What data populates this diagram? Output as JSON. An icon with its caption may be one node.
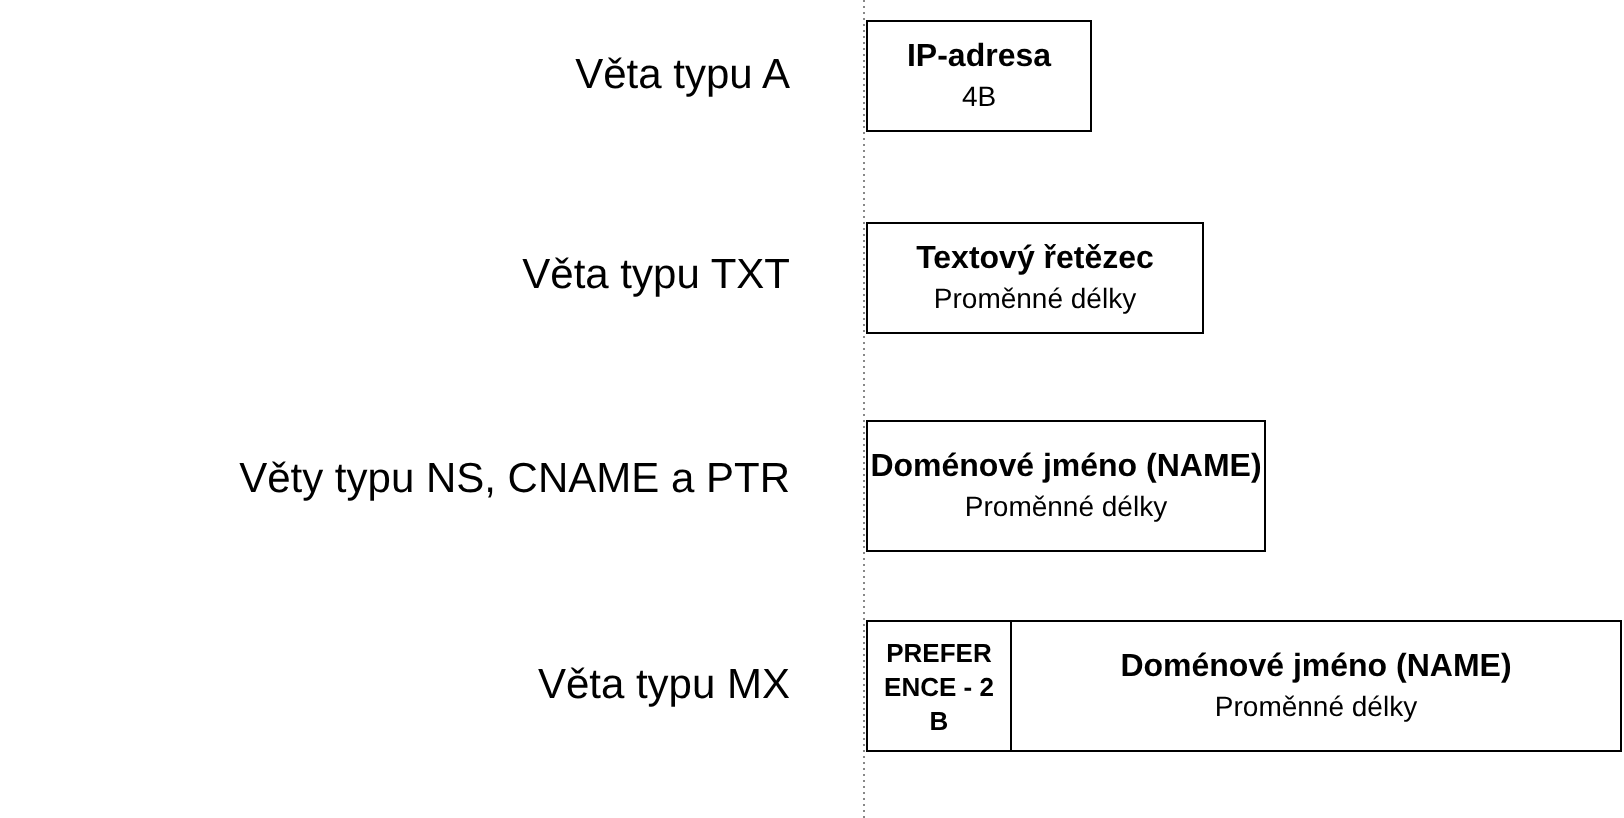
{
  "diagram": {
    "nodes": [
      {
        "text": [
          "IP-adresa",
          "4B"
        ]
      },
      {
        "text": [
          "Textový řetězec",
          "Proměnné délky"
        ]
      },
      {
        "text": [
          "Doménové jméno (NAME)",
          "Proměnné délky"
        ]
      },
      {
        "text": [
          "PREFER ENCE - 2B"
        ]
      },
      {
        "text": [
          "Doménové jméno (NAME)",
          "Proměnné délky"
        ]
      }
    ],
    "labels": [
      "Věta typu A",
      "Věta typu TXT",
      "Věty typu NS, CNAME a PTR",
      "Věta typu MX"
    ]
  }
}
